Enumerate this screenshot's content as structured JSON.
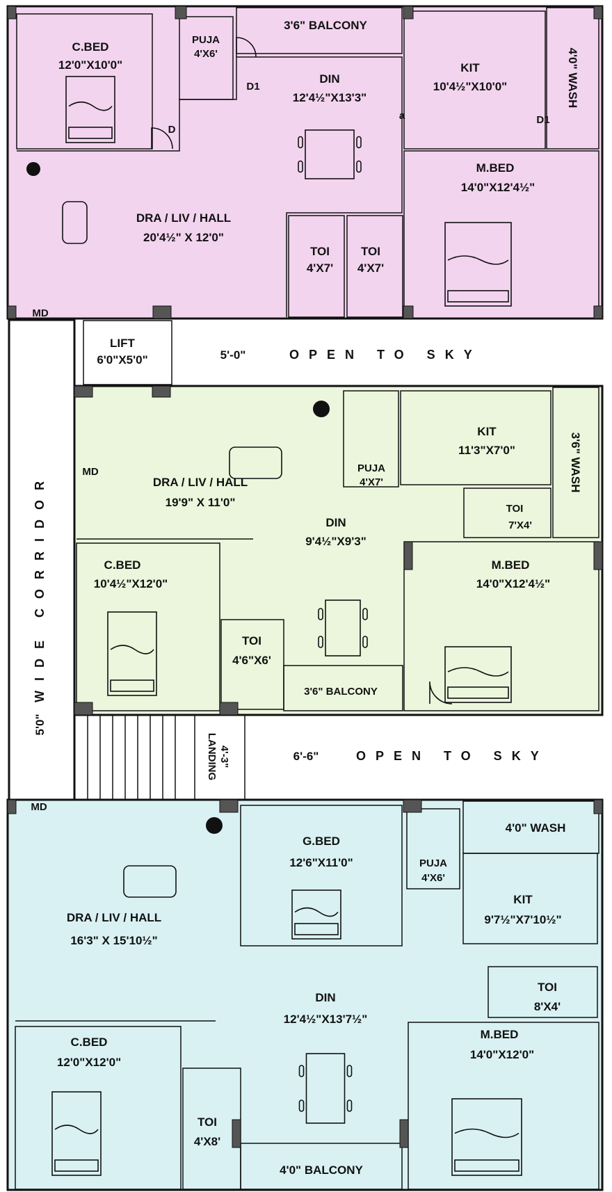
{
  "colors": {
    "unit_top": "#f3d4ef",
    "unit_middle": "#ebf6dc",
    "unit_bottom": "#d9f1f3",
    "walls": "#111111"
  },
  "unit_top": {
    "c_bed": {
      "name": "C.BED",
      "size": "12'0\"X10'0\""
    },
    "puja": {
      "name": "PUJA",
      "size": "4'X6'"
    },
    "balcony": {
      "label": "3'6\"  BALCONY"
    },
    "din": {
      "name": "DIN",
      "size": "12'4½\"X13'3\""
    },
    "kit": {
      "name": "KIT",
      "size": "10'4½\"X10'0\""
    },
    "wash": {
      "label": "4'0\" WASH"
    },
    "m_bed": {
      "name": "M.BED",
      "size": "14'0\"X12'4½\""
    },
    "hall": {
      "name": "DRA / LIV / HALL",
      "size": "20'4½\" X 12'0\""
    },
    "toi_1": {
      "name": "TOI",
      "size": "4'X7'"
    },
    "toi_2": {
      "name": "TOI",
      "size": "4'X7'"
    },
    "main_door": "MD",
    "doors": {
      "d": "D",
      "d1": "D1",
      "a": "a"
    }
  },
  "corridor": {
    "lift": {
      "name": "LIFT",
      "size": "6'0\"X5'0\""
    },
    "gap_top": "5'-0\"",
    "open_to_sky": "OPEN TO SKY",
    "corridor_label": "WIDE CORRIDOR",
    "corridor_width": "5'0\"",
    "landing": "LANDING",
    "landing_size": "4'-3\"",
    "gap_bottom": "6'-6\""
  },
  "unit_middle": {
    "hall": {
      "name": "DRA / LIV / HALL",
      "size": "19'9\" X 11'0\""
    },
    "puja": {
      "name": "PUJA",
      "size": "4'X7'"
    },
    "kit": {
      "name": "KIT",
      "size": "11'3\"X7'0\""
    },
    "wash": {
      "label": "3'6\" WASH"
    },
    "toi_1": {
      "name": "TOI",
      "size": "7'X4'"
    },
    "din": {
      "name": "DIN",
      "size": "9'4½\"X9'3\""
    },
    "c_bed": {
      "name": "C.BED",
      "size": "10'4½\"X12'0\""
    },
    "toi_2": {
      "name": "TOI",
      "size": "4'6\"X6'"
    },
    "balcony": {
      "label": "3'6\"  BALCONY"
    },
    "m_bed": {
      "name": "M.BED",
      "size": "14'0\"X12'4½\""
    },
    "main_door": "MD"
  },
  "unit_bottom": {
    "hall": {
      "name": "DRA / LIV / HALL",
      "size": "16'3\" X 15'10½\""
    },
    "g_bed": {
      "name": "G.BED",
      "size": "12'6\"X11'0\""
    },
    "puja": {
      "name": "PUJA",
      "size": "4'X6'"
    },
    "wash": {
      "label": "4'0\"  WASH"
    },
    "kit": {
      "name": "KIT",
      "size": "9'7½\"X7'10½\""
    },
    "toi_1": {
      "name": "TOI",
      "size": "8'X4'"
    },
    "din": {
      "name": "DIN",
      "size": "12'4½\"X13'7½\""
    },
    "c_bed": {
      "name": "C.BED",
      "size": "12'0\"X12'0\""
    },
    "toi_2": {
      "name": "TOI",
      "size": "4'X8'"
    },
    "balcony": {
      "label": "4'0\"  BALCONY"
    },
    "m_bed": {
      "name": "M.BED",
      "size": "14'0\"X12'0\""
    },
    "main_door": "MD"
  }
}
